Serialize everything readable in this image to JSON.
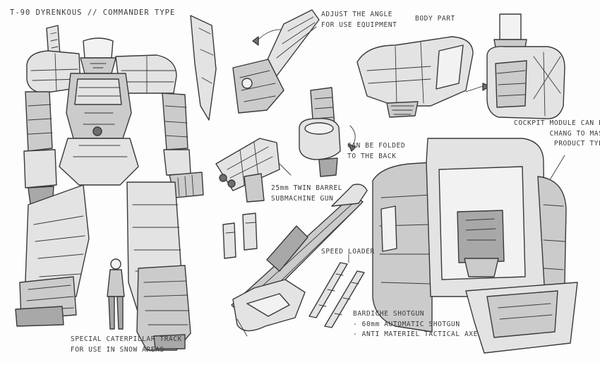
{
  "sheet": {
    "title": "T-90 DYRENKOUS // COMMANDER TYPE",
    "labels": {
      "adjust_angle": [
        "ADJUST THE ANGLE",
        "FOR USE EQUIPMENT"
      ],
      "body_part": "BODY PART",
      "cockpit": [
        "COCKPIT MODULE CAN BE",
        "CHANG TO MASS",
        "PRODUCT TYPE"
      ],
      "folded": [
        "CAN BE FOLDED",
        "TO THE BACK"
      ],
      "twin_barrel": [
        "25mm TWIN BARREL",
        "SUBMACHINE GUN"
      ],
      "speed_loader": "SPEED LOADER",
      "caterpillar": [
        "SPECIAL CATERPILLAR TRACK",
        "FOR USE IN SNOW AREAS"
      ],
      "bardiche": [
        "BARDICHE SHOTGUN",
        "- 60mm AUTOMATIC SHOTGUN",
        "- ANTI MATERIEL TACTICAL AXE"
      ]
    }
  },
  "colors": {
    "ink": "#3a3a3a",
    "panel_light": "#dcdcdc",
    "panel_mid": "#c4c4c4",
    "panel_dark": "#9a9a9a"
  }
}
